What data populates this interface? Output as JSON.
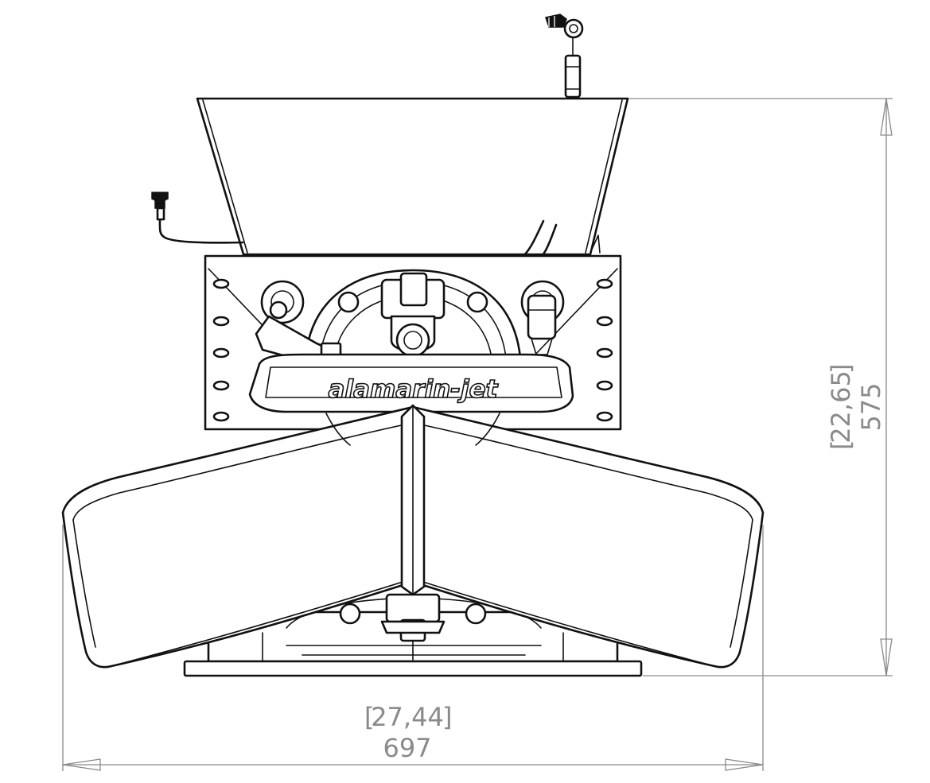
{
  "brand_label": "alamarin-jet",
  "dimensions": {
    "width": {
      "inches": "27,44",
      "mm": "697"
    },
    "height": {
      "inches": "22,65",
      "mm": "575"
    }
  },
  "colors": {
    "outline": "#111111",
    "dimension": "#8a8a8a",
    "background": "#ffffff"
  }
}
